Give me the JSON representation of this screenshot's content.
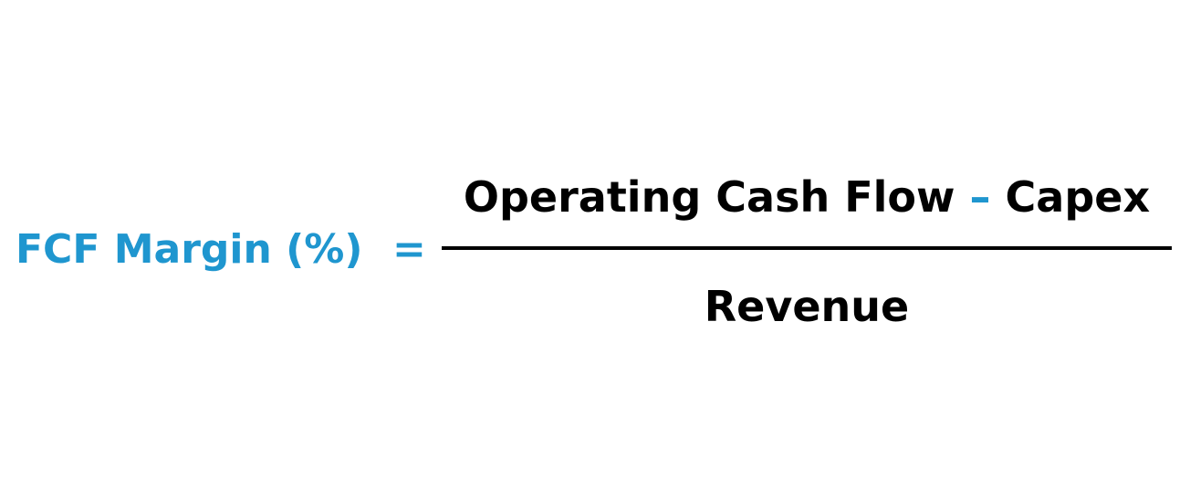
{
  "formula": {
    "lhs": "FCF Margin (%)",
    "equals": "=",
    "numerator": {
      "term1": "Operating Cash Flow",
      "operator": "–",
      "term2": "Capex"
    },
    "denominator": "Revenue"
  },
  "colors": {
    "accent": "#1f96cf",
    "text": "#000000",
    "background": "#ffffff"
  }
}
